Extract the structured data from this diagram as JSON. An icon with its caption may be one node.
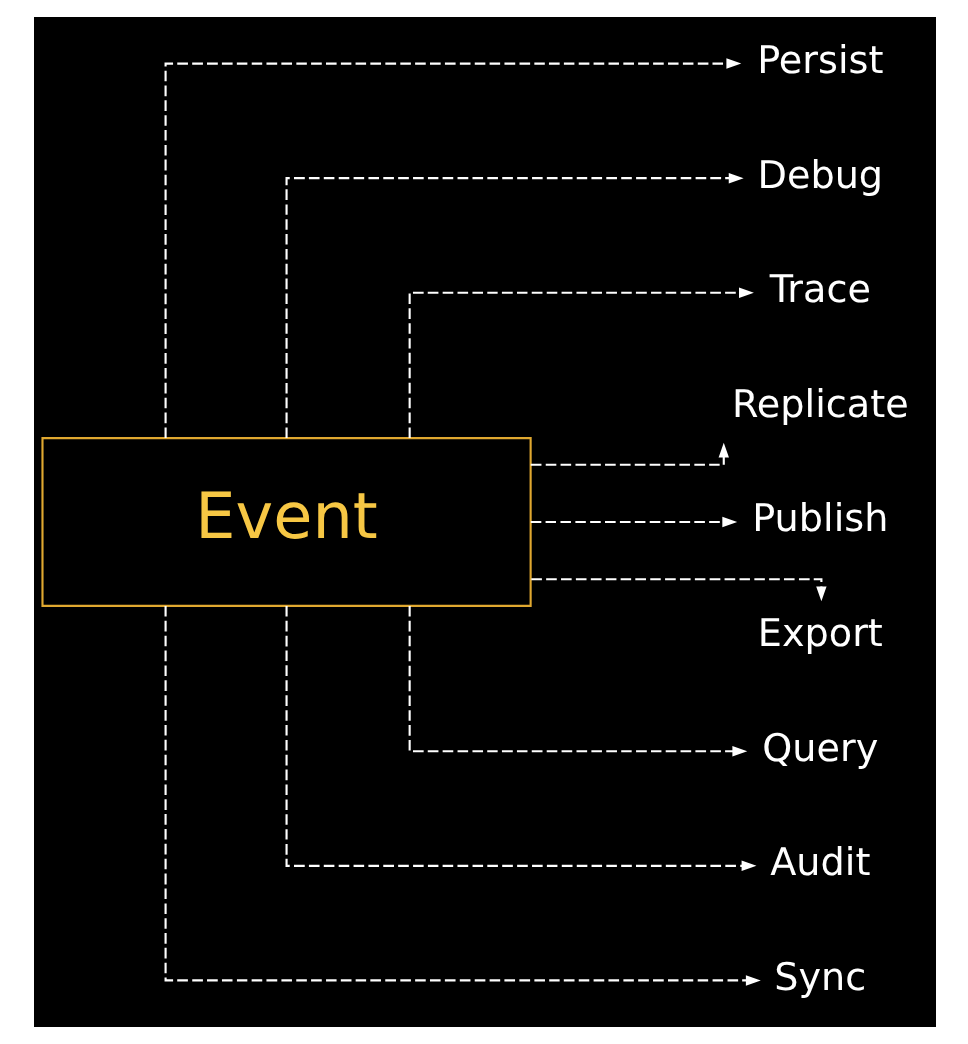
{
  "diagram": {
    "nodes": [
      {
        "text": [
          "Event"
        ]
      },
      {
        "text": [
          "Persist"
        ]
      },
      {
        "text": [
          "Debug"
        ]
      },
      {
        "text": [
          "Trace"
        ]
      },
      {
        "text": [
          "Replicate"
        ]
      },
      {
        "text": [
          "Publish"
        ]
      },
      {
        "text": [
          "Export"
        ]
      },
      {
        "text": [
          "Query"
        ]
      },
      {
        "text": [
          "Audit"
        ]
      },
      {
        "text": [
          "Sync"
        ]
      }
    ],
    "edges": [
      {
        "from": 0,
        "to": 1,
        "arrow": "to",
        "style": "dashed"
      },
      {
        "from": 0,
        "to": 2,
        "arrow": "to",
        "style": "dashed"
      },
      {
        "from": 0,
        "to": 3,
        "arrow": "to",
        "style": "dashed"
      },
      {
        "from": 0,
        "to": 4,
        "arrow": "to",
        "style": "dashed"
      },
      {
        "from": 0,
        "to": 5,
        "arrow": "to",
        "style": "dashed"
      },
      {
        "from": 0,
        "to": 6,
        "arrow": "to",
        "style": "dashed"
      },
      {
        "from": 0,
        "to": 7,
        "arrow": "to",
        "style": "dashed"
      },
      {
        "from": 0,
        "to": 8,
        "arrow": "to",
        "style": "dashed"
      },
      {
        "from": 0,
        "to": 9,
        "arrow": "to",
        "style": "dashed"
      }
    ]
  }
}
